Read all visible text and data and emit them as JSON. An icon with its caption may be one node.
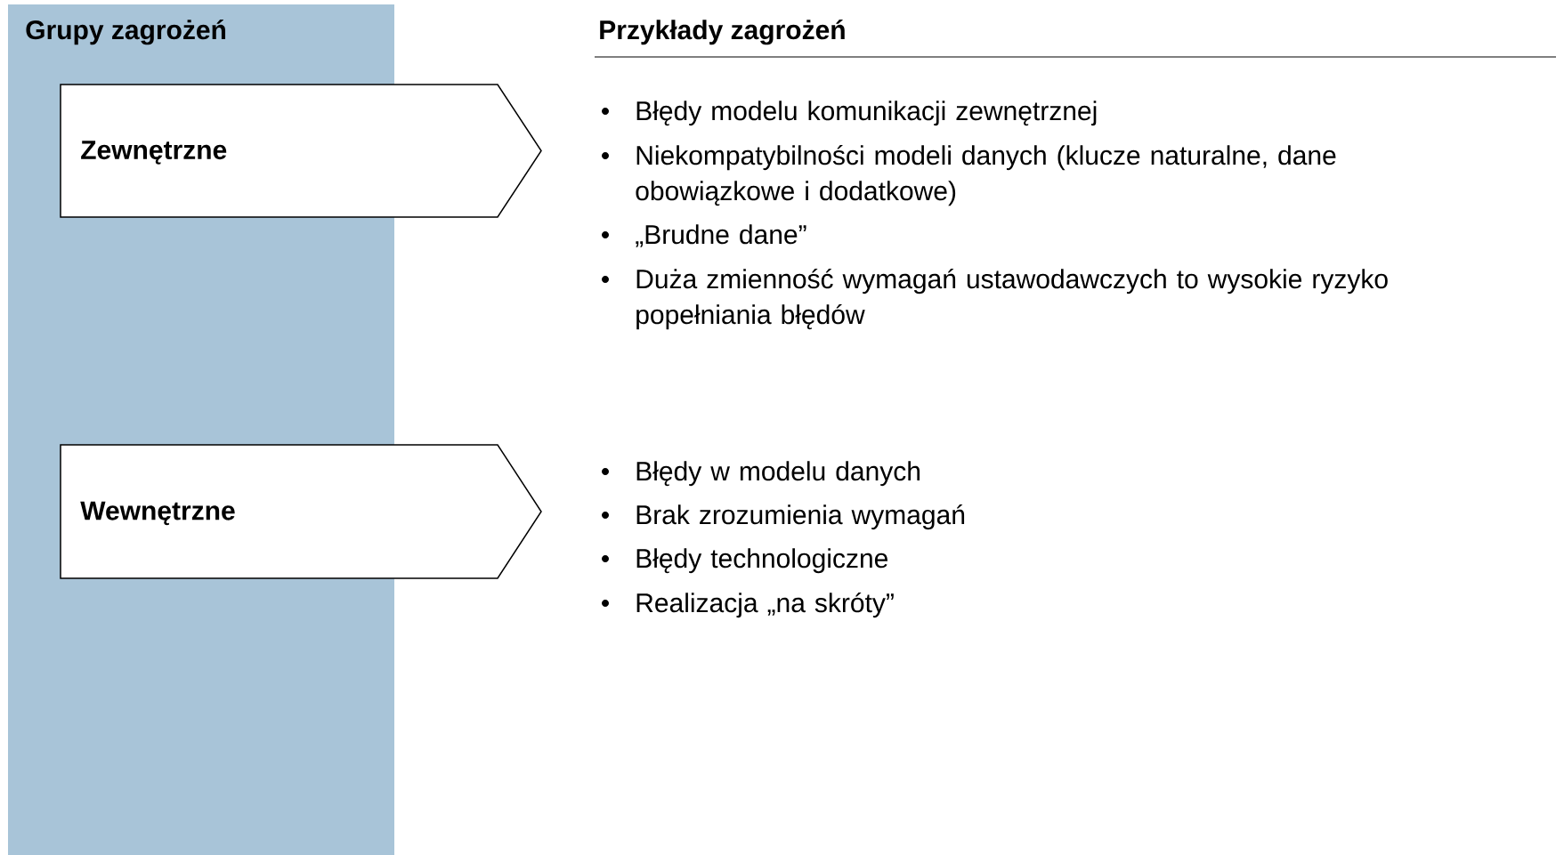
{
  "diagram": {
    "nodes": [
      {
        "text": [
          "Grupy zagrożeń"
        ]
      },
      {
        "text": [
          "Zewnętrzne"
        ]
      },
      {
        "text": [
          "Wewnętrzne"
        ]
      }
    ],
    "labels": [
      "Przykłady zagrożeń",
      "Błędy modelu komunikacji zewnętrznej",
      "Niekompatybilności modeli danych (klucze naturalne, dane obowiązkowe i dodatkowe)",
      "„Brudne dane”",
      "Duża zmienność wymagań ustawodawczych to wysokie ryzyko popełniania błędów",
      "Błędy w modelu danych",
      "Brak zrozumienia wymagań",
      "Błędy technologiczne",
      "Realizacja „na skróty”"
    ]
  }
}
